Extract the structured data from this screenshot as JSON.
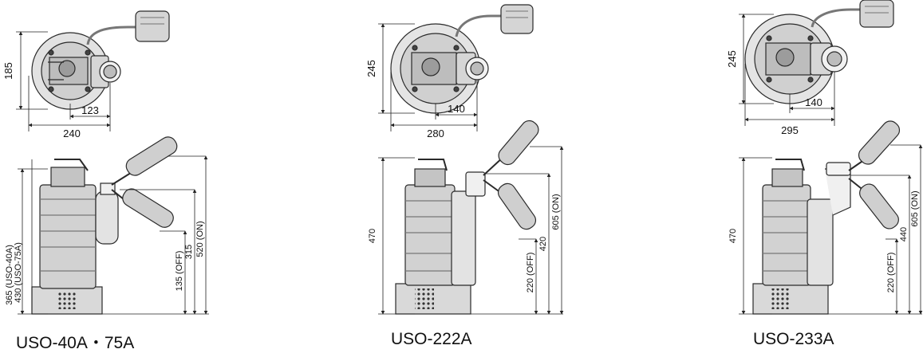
{
  "pumps": [
    {
      "caption": "USO-40A・75A",
      "top": {
        "height": "185",
        "pipe_offset": "123",
        "width": "240"
      },
      "side": {
        "h_40a": "365 (USO-40A)",
        "h_75a": "430 (USO-75A)",
        "off": "135 (OFF)",
        "mid": "315",
        "on": "520 (ON)"
      }
    },
    {
      "caption": "USO-222A",
      "top": {
        "height": "245",
        "pipe_offset": "140",
        "width": "280"
      },
      "side": {
        "height": "470",
        "off": "220 (OFF)",
        "mid": "420",
        "on": "605 (ON)"
      }
    },
    {
      "caption": "USO-233A",
      "top": {
        "height": "245",
        "pipe_offset": "140",
        "width": "295"
      },
      "side": {
        "height": "470",
        "off": "220 (OFF)",
        "mid": "440",
        "on": "605 (ON)"
      }
    }
  ],
  "colors": {
    "line": "#2a2a2a",
    "fill_light": "#e6e6e6",
    "fill_mid": "#c9c9c9",
    "fill_dark": "#9a9a9a"
  }
}
